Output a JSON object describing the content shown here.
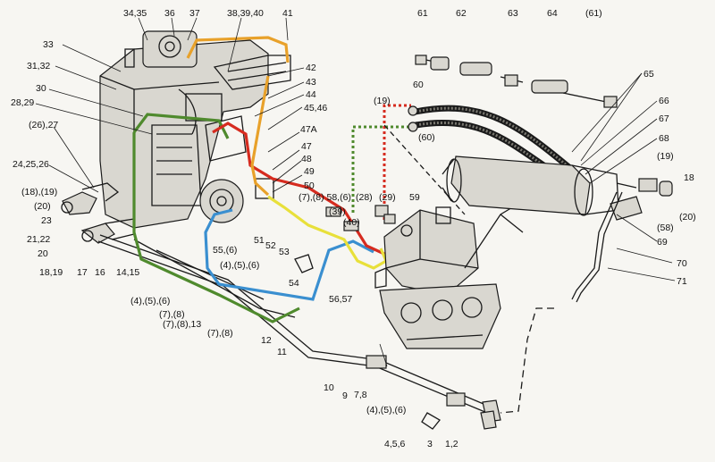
{
  "diagram": {
    "colors": {
      "green": "#4f8a2d",
      "red": "#d62b1f",
      "orange": "#e8a12a",
      "blue": "#3a8fd0",
      "yellow": "#e8e03a",
      "ink": "#1a1a1a",
      "paper": "#f7f6f2"
    },
    "labels": {
      "l3435": "34,35",
      "l36": "36",
      "l37": "37",
      "l383940": "38,39,40",
      "l41": "41",
      "l61": "61",
      "l62": "62",
      "l63": "63",
      "l64": "64",
      "l61b": "(61)",
      "l33": "33",
      "l3132": "31,32",
      "l30": "30",
      "l2829": "28,29",
      "l2627": "(26),27",
      "l242526": "24,25,26",
      "l1819a": "(18),(19)",
      "l20a": "(20)",
      "l23": "23",
      "l2122": "21,22",
      "l20b": "20",
      "l1819b": "18,19",
      "l17": "17",
      "l16": "16",
      "l1415": "14,15",
      "l456a": "(4),(5),(6)",
      "l78a": "(7),(8)",
      "l7813": "(7),(8),13",
      "l78b": "(7),(8)",
      "l12": "12",
      "l11": "11",
      "l556": "55,(6)",
      "l456b": "(4),(5),(6)",
      "l42": "42",
      "l43": "43",
      "l44": "44",
      "l4546": "45,46",
      "l47a": "47A",
      "l47": "47",
      "l48": "48",
      "l49": "49",
      "l50": "50",
      "l51": "51",
      "l52": "52",
      "l53": "53",
      "l54": "54",
      "l5657": "56,57",
      "l786": "(7),(8) 58,(6)",
      "l39": "(39)",
      "l40": "(40)",
      "l28": "(28)",
      "l29": "(29)",
      "l59": "59",
      "l19a": "(19)",
      "l60a": "60",
      "l60b": "(60)",
      "l65": "65",
      "l66": "66",
      "l67": "67",
      "l68": "68",
      "l19b": "(19)",
      "l18": "18",
      "l20c": "(20)",
      "l58": "(58)",
      "l69": "69",
      "l70": "70",
      "l71": "71",
      "l10": "10",
      "l9": "9",
      "l78c": "7,8",
      "l456c": "(4),(5),(6)",
      "l456d": "4,5,6",
      "l3": "3",
      "l12b": "1,2"
    }
  }
}
